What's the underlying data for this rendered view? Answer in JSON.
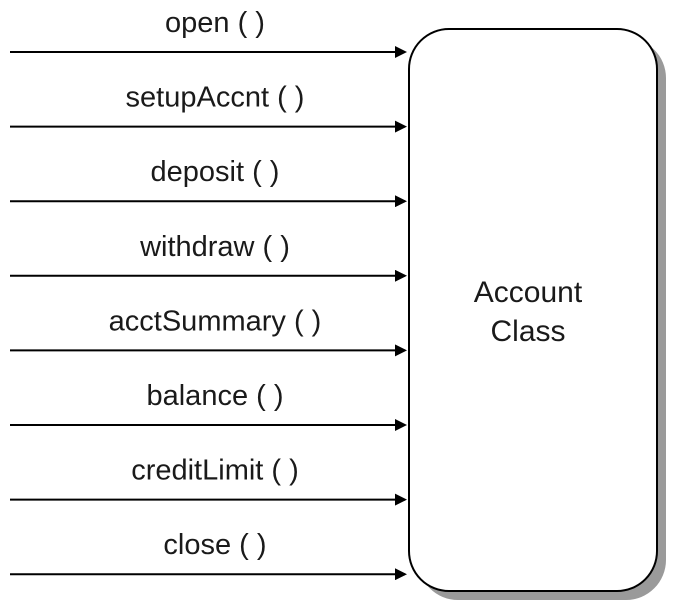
{
  "class_box": {
    "label_lines": [
      "Account",
      "Class"
    ]
  },
  "methods": [
    "open ( )",
    "setupAccnt ( )",
    "deposit ( )",
    "withdraw ( )",
    "acctSummary ( )",
    "balance ( )",
    "creditLimit ( )",
    "close ( )"
  ],
  "colors": {
    "stroke": "#000000",
    "shadow": "#9a9a9a",
    "text": "#1a1a1a",
    "background": "#ffffff"
  }
}
